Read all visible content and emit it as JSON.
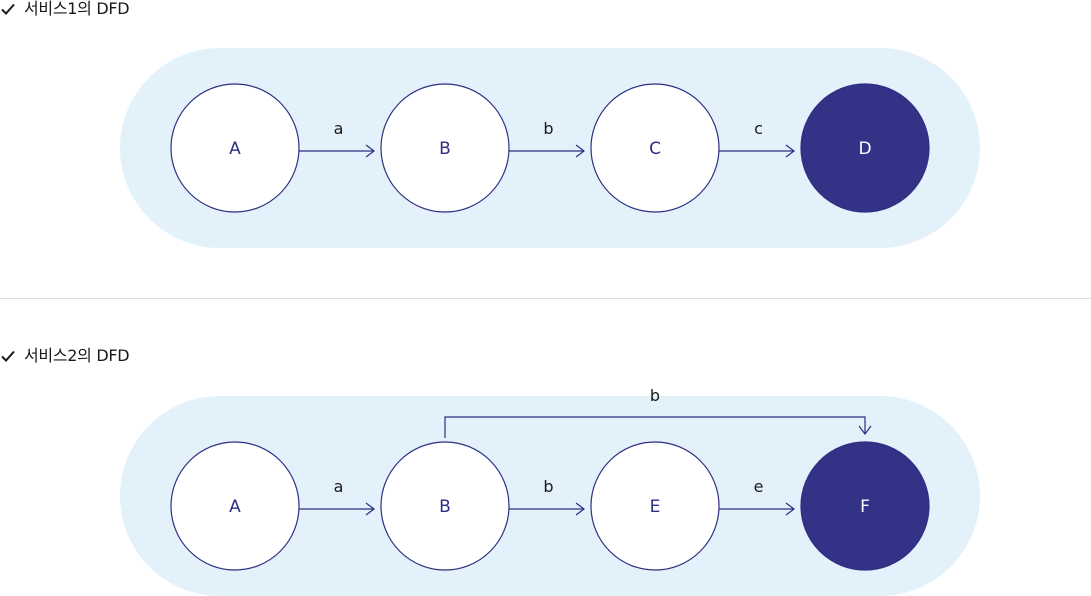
{
  "sections": [
    {
      "title": "서비스1의 DFD",
      "nodes": [
        "A",
        "B",
        "C",
        "D"
      ],
      "edges": [
        {
          "from": "A",
          "to": "B",
          "label": "a"
        },
        {
          "from": "B",
          "to": "C",
          "label": "b"
        },
        {
          "from": "C",
          "to": "D",
          "label": "c"
        }
      ]
    },
    {
      "title": "서비스2의 DFD",
      "nodes": [
        "A",
        "B",
        "E",
        "F"
      ],
      "edges": [
        {
          "from": "A",
          "to": "B",
          "label": "a"
        },
        {
          "from": "B",
          "to": "E",
          "label": "b"
        },
        {
          "from": "E",
          "to": "F",
          "label": "e"
        },
        {
          "from": "B",
          "to": "F",
          "label": "b"
        }
      ]
    }
  ],
  "colors": {
    "container": "#e3f1fa",
    "node_border": "#2e2e82",
    "node_fill": "#ffffff",
    "terminal_fill": "#323287",
    "arrow": "#2e2e82",
    "divider": "#dddddd"
  },
  "icons": {
    "section_marker": "check-icon"
  }
}
